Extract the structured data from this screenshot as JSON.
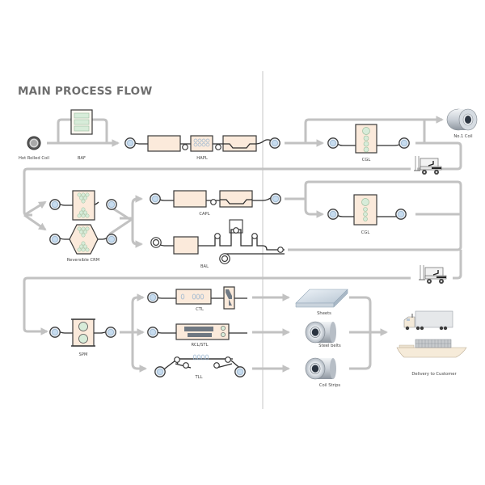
{
  "title": "MAIN PROCESS FLOW",
  "labels": {
    "hot_rolled_coil": "Hot Rolled Coil",
    "baf": "BAF",
    "hapl": "HAPL",
    "cgl_top": "CGL",
    "no1_coil": "No.1 Coil",
    "reversible_crm": "Reversible CRM",
    "capl": "CAPL",
    "bal": "BAL",
    "cgl_mid": "CGL",
    "spm": "SPM",
    "ctl": "CTL",
    "rcl_stl": "RCL/STL",
    "tll": "TLL",
    "sheets": "Sheets",
    "steel_belts": "Steel belts",
    "coil_strips": "Coil Strips",
    "delivery": "Delivery to Customer"
  },
  "colors": {
    "route": "#c2c2c2",
    "equipment_fill": "#fbeadb",
    "coil_fill": "#c7dcef",
    "title": "#6e6e6e"
  },
  "icons": [
    "hot-rolled-coil-icon",
    "forklift-icon",
    "steel-coil-icon",
    "sheet-stack-icon",
    "truck-icon",
    "ship-icon"
  ]
}
